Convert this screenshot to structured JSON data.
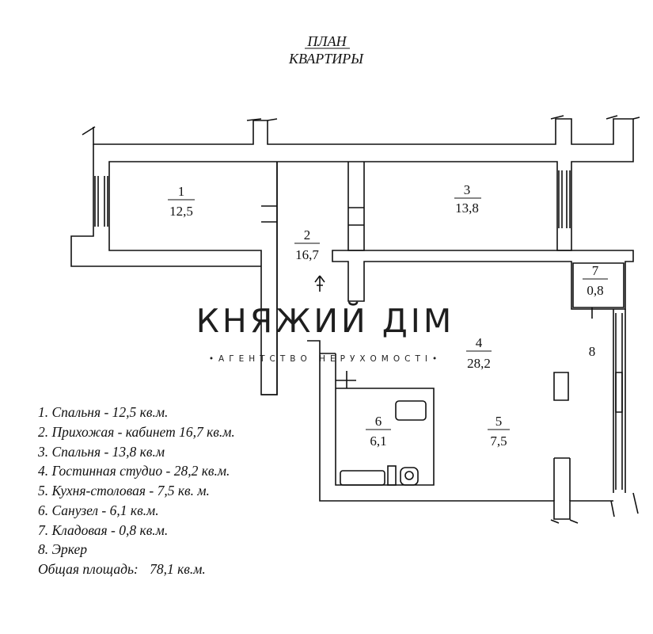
{
  "title": {
    "line1": "ПЛАН",
    "line2": "КВАРТИРЫ"
  },
  "rooms": [
    {
      "num": "1",
      "area": "12,5"
    },
    {
      "num": "2",
      "area": "16,7"
    },
    {
      "num": "3",
      "area": "13,8"
    },
    {
      "num": "4",
      "area": "28,2"
    },
    {
      "num": "5",
      "area": "7,5"
    },
    {
      "num": "6",
      "area": "6,1"
    },
    {
      "num": "7",
      "area": "0,8"
    },
    {
      "num": "8",
      "area": ""
    }
  ],
  "watermark": {
    "name": "КНЯЖИЙ ДІМ",
    "subtitle": "•АГЕНТСТВО НЕРУХОМОСТІ•"
  },
  "legend": [
    "1. Спальня - 12,5 кв.м.",
    "2. Прихожая - кабинет 16,7 кв.м.",
    "3. Спальня - 13,8 кв.м",
    "4. Гостинная студио - 28,2 кв.м.",
    "5. Кухня-столовая - 7,5 кв. м.",
    "6. Санузел - 6,1 кв.м.",
    "7. Кладовая - 0,8 кв.м.",
    "8. Эркер"
  ],
  "total": {
    "label": "Общая площадь:",
    "value": "78,1 кв.м."
  }
}
